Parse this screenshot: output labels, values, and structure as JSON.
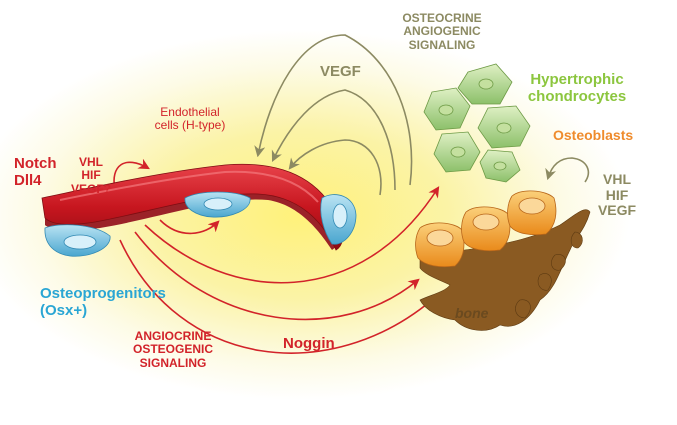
{
  "labels": {
    "osteocrine": [
      "OSTEOCRINE",
      "ANGIOGENIC",
      "SIGNALING"
    ],
    "vegf_top": "VEGF",
    "hypertrophic": [
      "Hypertrophic",
      "chondrocytes"
    ],
    "endothelial": [
      "Endothelial",
      "cells (H-type)"
    ],
    "notch": [
      "Notch",
      "Dll4"
    ],
    "vhl_left": [
      "VHL",
      "HIF",
      "VEGF?"
    ],
    "osteoblasts": "Osteoblasts",
    "vhl_right": [
      "VHL",
      "HIF",
      "VEGF"
    ],
    "osteoprogenitors": [
      "Osteoprogenitors",
      "(Osx+)"
    ],
    "bone": "bone",
    "noggin": "Noggin",
    "angiocrine": [
      "ANGIOCRINE",
      "OSTEOGENIC",
      "SIGNALING"
    ]
  },
  "colors": {
    "red": "#d2232a",
    "olive": "#8c8a62",
    "green": "#8cc63f",
    "orange": "#ef8b2c",
    "blue": "#2aa6d4",
    "brown": "#6b4a1f"
  }
}
